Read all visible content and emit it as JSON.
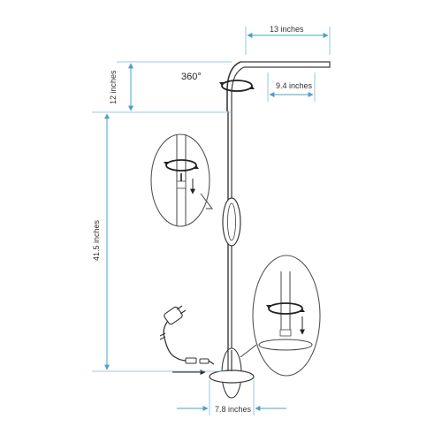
{
  "dimensions": {
    "head_width": "13 inches",
    "head_depth": "9.4 inches",
    "neck_height": "12 inches",
    "pole_height": "41.5 inches",
    "base_width": "7.8 inches"
  },
  "rotation_label": "360°",
  "colors": {
    "dimension_line": "#4aa0c8",
    "lamp_outline": "#3a3a3a",
    "background": "#ffffff"
  },
  "icons": [
    "rotate-arrow-icon",
    "down-arrow-icon",
    "power-plug-icon"
  ]
}
